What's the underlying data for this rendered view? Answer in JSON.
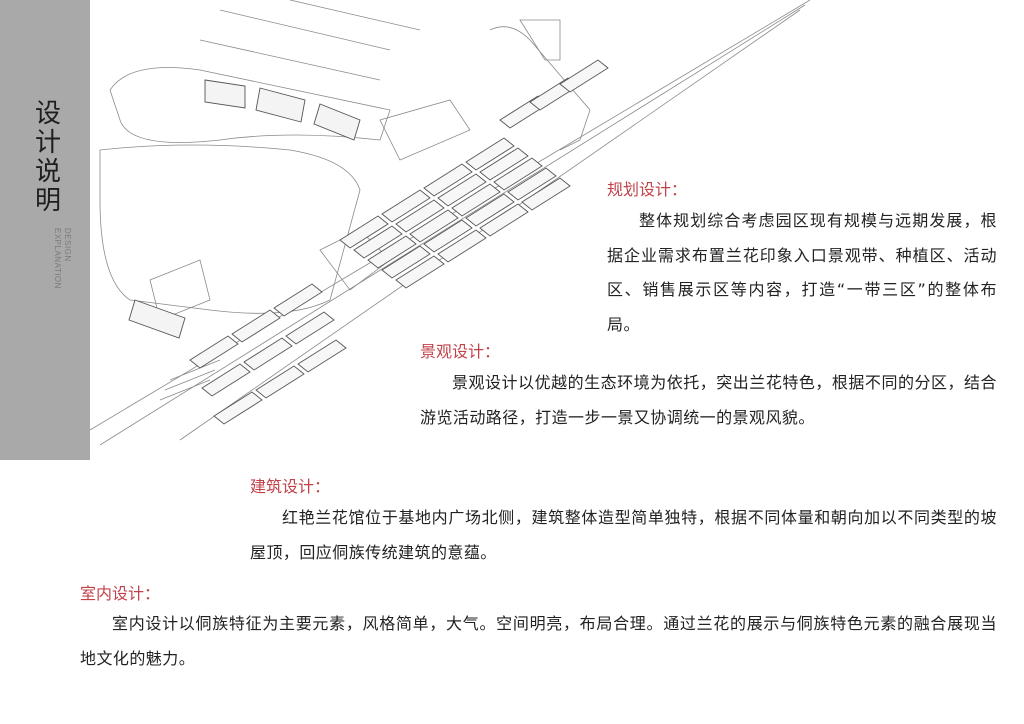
{
  "sidebar": {
    "title": "设计说明",
    "subtitle_line1": "DESIGN",
    "subtitle_line2": "EXPLANATION"
  },
  "sections": [
    {
      "heading": "规划设计：",
      "body": "整体规划综合考虑园区现有规模与远期发展，根据企业需求布置兰花印象入口景观带、种植区、活动区、销售展示区等内容，打造“一带三区”的整体布局。"
    },
    {
      "heading": "景观设计：",
      "body": "景观设计以优越的生态环境为依托，突出兰花特色，根据不同的分区，结合游览活动路径，打造一步一景又协调统一的景观风貌。"
    },
    {
      "heading": "建筑设计：",
      "body": "红艳兰花馆位于基地内广场北侧，建筑整体造型简单独特，根据不同体量和朝向加以不同类型的坡屋顶，回应侗族传统建筑的意蕴。"
    },
    {
      "heading": "室内设计：",
      "body": "室内设计以侗族特征为主要元素，风格简单，大气。空间明亮，布局合理。通过兰花的展示与侗族特色元素的融合展现当地文化的魅力。"
    }
  ],
  "colors": {
    "heading": "#c2424a",
    "sidebar": "#a9a9a9"
  }
}
